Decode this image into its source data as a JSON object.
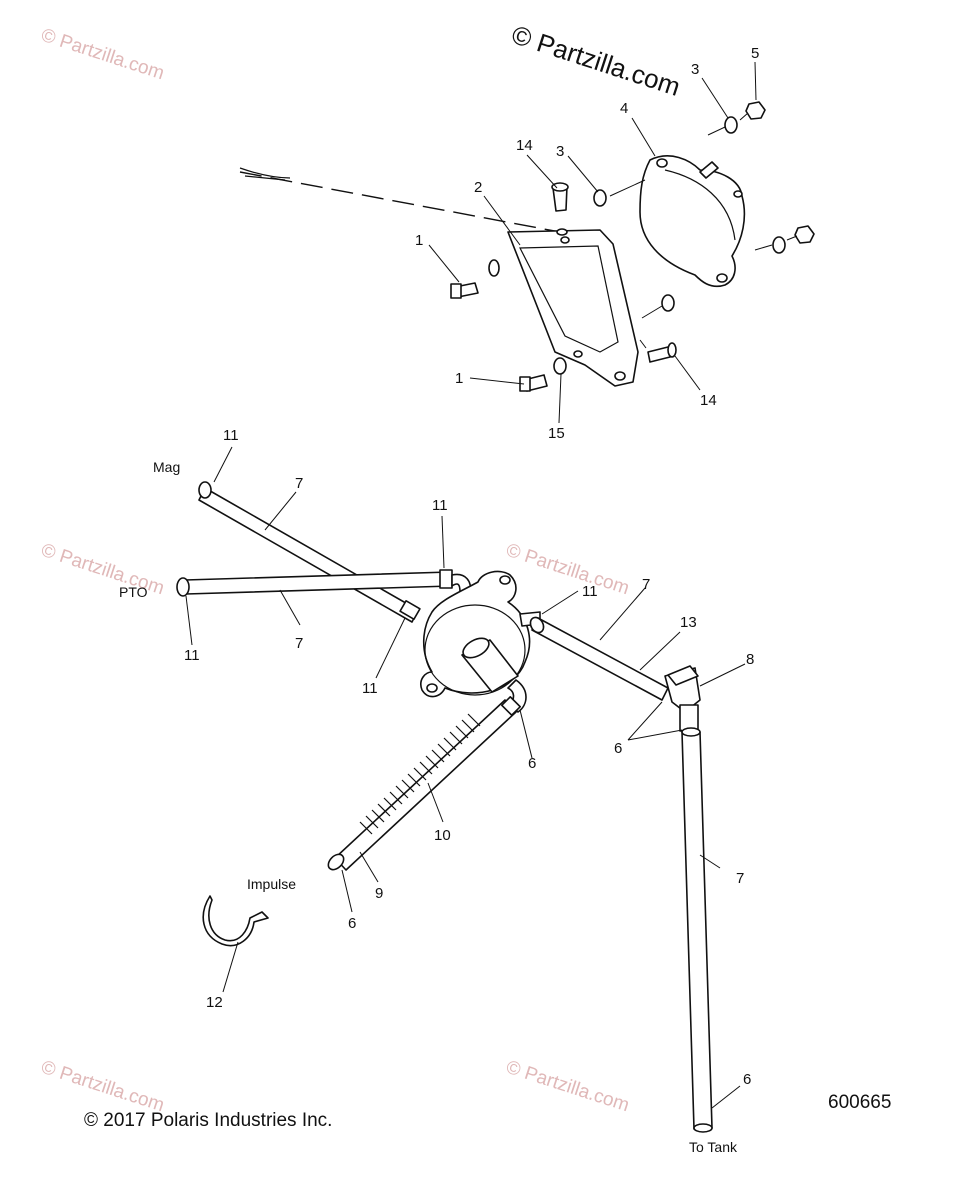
{
  "brand_watermark": "© Partzilla.com",
  "background_watermark": "© Partzilla.com",
  "copyright": "© 2017 Polaris Industries Inc.",
  "figure_number": "600665",
  "labels": {
    "mag": "Mag",
    "pto": "PTO",
    "impulse": "Impulse",
    "to_tank": "To Tank"
  },
  "callouts": {
    "c1a": "1",
    "c1b": "1",
    "c2": "2",
    "c3a": "3",
    "c3b": "3",
    "c4": "4",
    "c5": "5",
    "c6a": "6",
    "c6b": "6",
    "c6c": "6",
    "c6d": "6",
    "c7a": "7",
    "c7b": "7",
    "c7c": "7",
    "c7d": "7",
    "c8": "8",
    "c9": "9",
    "c10": "10",
    "c11a": "11",
    "c11b": "11",
    "c11c": "11",
    "c11d": "11",
    "c11e": "11",
    "c12": "12",
    "c13": "13",
    "c14a": "14",
    "c14b": "14",
    "c15": "15"
  }
}
